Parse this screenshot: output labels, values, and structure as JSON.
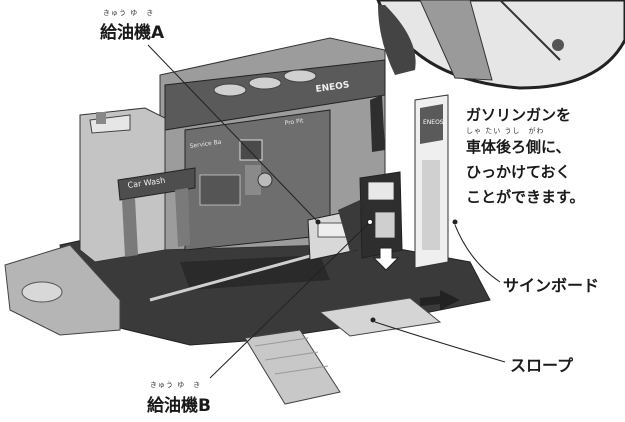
{
  "labels": {
    "pump_a": "給油機A",
    "pump_a_ruby": "きゅう ゆ　き",
    "pump_b": "給油機B",
    "pump_b_ruby": "きゅう ゆ　き",
    "sign_board": "サインボード",
    "slope": "スロープ"
  },
  "caption": {
    "line1": "ガソリンガンを",
    "line2": "車体後ろ側に、",
    "line2_ruby": "しゃ たい うし　がわ",
    "line3": "ひっかけておく",
    "line4": "ことができます。"
  },
  "toy_text": {
    "brand": "ENEOS",
    "car_wash": "Car Wash",
    "service": "Service Ba",
    "pro": "Pro Pit",
    "sign_brand": "ENEOS"
  },
  "colors": {
    "ink": "#1a1a1a",
    "toy_dark": "#3a3a3a",
    "toy_mid": "#8a8a8a",
    "toy_light": "#c8c8c8"
  }
}
